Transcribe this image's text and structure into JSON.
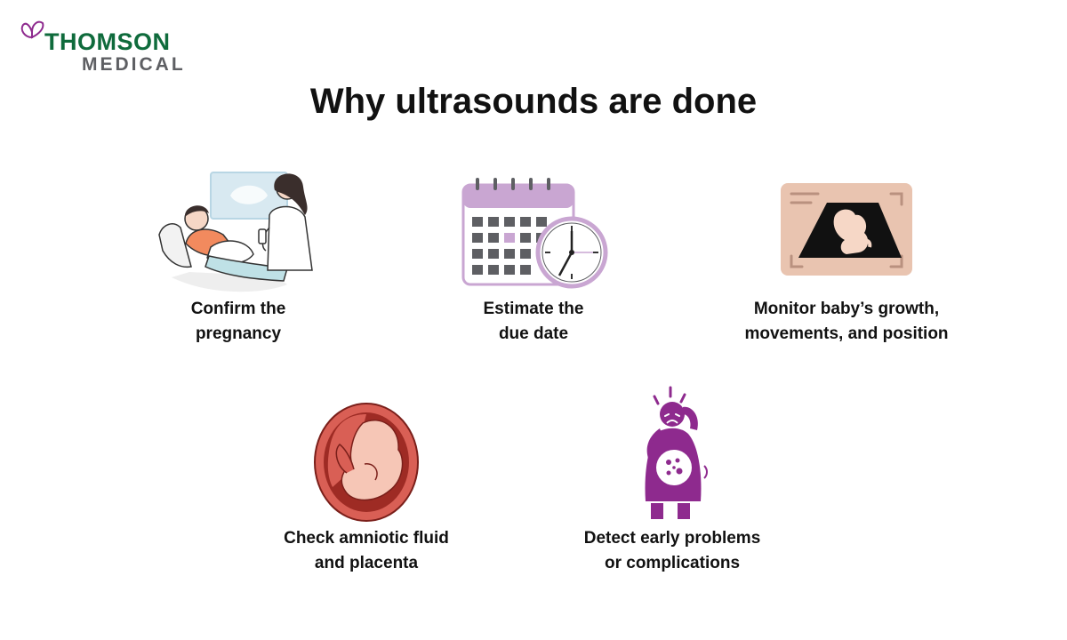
{
  "logo": {
    "brand": "THOMSON",
    "sub": "MEDICAL"
  },
  "title": "Why ultrasounds are done",
  "reasons": [
    {
      "line1": "Confirm the",
      "line2": "pregnancy",
      "icon": "doctor-patient-ultrasound-icon"
    },
    {
      "line1": "Estimate the",
      "line2": "due date",
      "icon": "calendar-clock-icon"
    },
    {
      "line1": "Monitor baby’s growth,",
      "line2": "movements, and position",
      "icon": "sonogram-icon"
    },
    {
      "line1": "Check amniotic fluid",
      "line2": "and placenta",
      "icon": "fetus-womb-icon"
    },
    {
      "line1": "Detect early problems",
      "line2": "or complications",
      "icon": "worried-pregnant-woman-icon"
    }
  ],
  "colors": {
    "brand_green": "#0f6b3c",
    "brand_grey": "#5e5f63",
    "accent_purple": "#8e2a8e",
    "lilac": "#c9a6d2",
    "skin": "#f6d7c6"
  }
}
